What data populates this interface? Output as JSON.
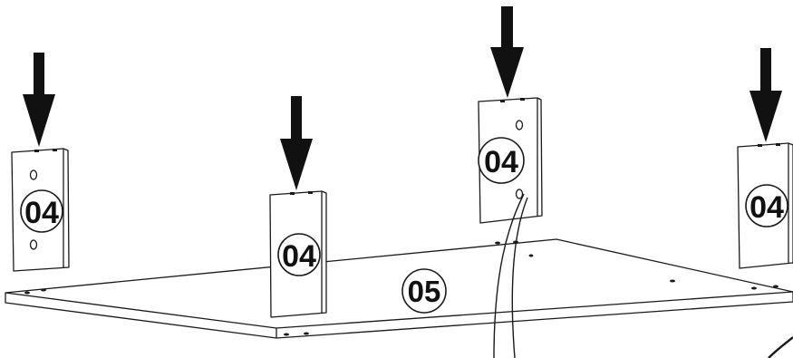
{
  "diagram": {
    "callouts": [
      {
        "id": "leg-1",
        "label": "04"
      },
      {
        "id": "leg-2",
        "label": "04"
      },
      {
        "id": "leg-3",
        "label": "04"
      },
      {
        "id": "leg-4",
        "label": "04"
      },
      {
        "id": "panel",
        "label": "05"
      }
    ],
    "colors": {
      "line": "#1a1a1a",
      "fill": "#ffffff",
      "arrow": "#111111"
    }
  }
}
